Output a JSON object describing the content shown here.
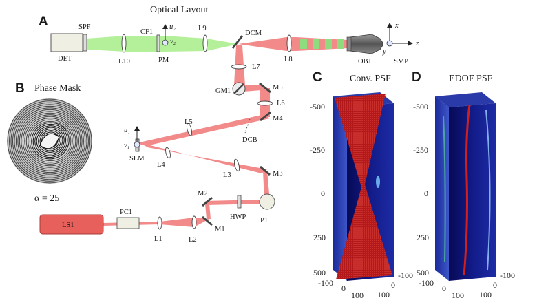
{
  "title": "Optical Layout",
  "panels": {
    "a": "A",
    "b": "B",
    "c": "C",
    "d": "D"
  },
  "phase_mask": {
    "title": "Phase Mask",
    "alpha": "α = 25"
  },
  "components": {
    "det": "DET",
    "spf": "SPF",
    "l10": "L10",
    "cf1": "CF1",
    "pm": "PM",
    "l9": "L9",
    "dcm": "DCM",
    "l8": "L8",
    "obj": "OBJ",
    "smp": "SMP",
    "l7": "L7",
    "gm1": "GM1",
    "m5": "M5",
    "l6": "L6",
    "m4": "M4",
    "dcb": "DCB",
    "l5": "L5",
    "slm": "SLM",
    "l4": "L4",
    "l3": "L3",
    "m3": "M3",
    "ls1": "LS1",
    "pc1": "PC1",
    "l1": "L1",
    "l2": "L2",
    "m2": "M2",
    "m1": "M1",
    "hwp": "HWP",
    "p1": "P1"
  },
  "axes_labels": {
    "x": "x",
    "y": "y",
    "z": "z",
    "u1": "u₁",
    "v1": "v₁",
    "u2": "u₂",
    "v2": "v₂"
  },
  "psf_c": {
    "title": "Conv. PSF",
    "z_ticks": [
      "-500",
      "-250",
      "0",
      "250",
      "500"
    ],
    "x_ticks": [
      "-100",
      "0",
      "100"
    ],
    "y_ticks": [
      "-100",
      "0",
      "100"
    ]
  },
  "psf_d": {
    "title": "EDOF PSF",
    "z_ticks": [
      "-500",
      "-250",
      "0",
      "250",
      "500"
    ],
    "x_ticks": [
      "-100",
      "0",
      "100"
    ],
    "y_ticks": [
      "-100",
      "0",
      "100"
    ]
  },
  "colors": {
    "beam_green": "#b4f09a",
    "beam_red": "#f28a8a",
    "laser_box": "#e8605c",
    "psf_bg": "#0d0f6e",
    "psf_red": "#c8201c"
  }
}
